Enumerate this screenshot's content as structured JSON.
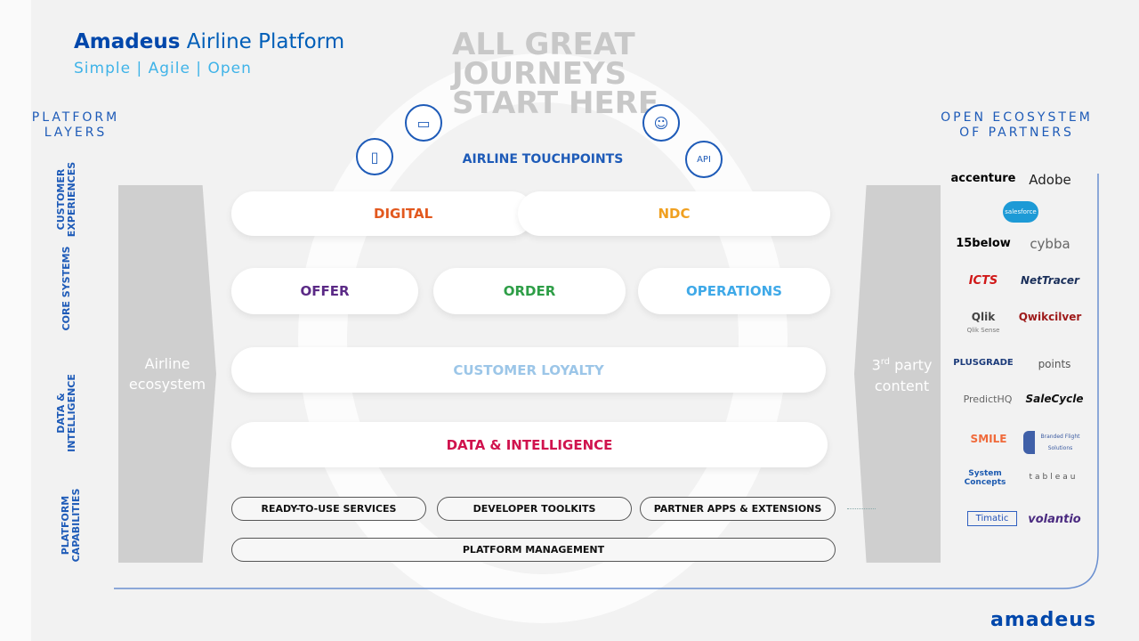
{
  "header": {
    "brand": "Amadeus",
    "title_rest": " Airline Platform",
    "subtitle": "Simple | Agile | Open",
    "hero": "ALL GREAT JOURNEYS START HERE"
  },
  "left_header": "PLATFORM LAYERS",
  "right_header": "OPEN ECOSYSTEM OF PARTNERS",
  "layers": [
    "CUSTOMER EXPERIENCES",
    "CORE SYSTEMS",
    "DATA & INTELLIGENCE",
    "PLATFORM CAPABILITIES"
  ],
  "touchpoints": {
    "label": "AIRLINE TOUCHPOINTS",
    "icons": [
      "kiosk-icon",
      "mobile-icon",
      "agent-icon",
      "api-icon"
    ]
  },
  "left_block": "Airline ecosystem",
  "right_block": {
    "prefix": "3",
    "sup": "rd",
    "rest": " party content"
  },
  "pills": {
    "digital": "DIGITAL",
    "ndc": "NDC",
    "offer": "OFFER",
    "order": "ORDER",
    "operations": "OPERATIONS",
    "loyalty": "CUSTOMER LOYALTY",
    "data": "DATA & INTELLIGENCE"
  },
  "capabilities": [
    "READY-TO-USE SERVICES",
    "DEVELOPER TOOLKITS",
    "PARTNER APPS & EXTENSIONS",
    "PLATFORM MANAGEMENT"
  ],
  "partners": [
    "accenture",
    "Adobe",
    "salesforce",
    "15below",
    "cybba",
    "ICTS",
    "NetTracer",
    "Qlik",
    "Qwikcilver",
    "PLUSGRADE",
    "points",
    "PredictHQ",
    "SaleCycle",
    "SMILE",
    "Branded Flight Solutions",
    "System Concepts",
    "tableau",
    "Timatic",
    "volantio"
  ],
  "partner_sub": {
    "qlik": "Qlik Sense"
  },
  "footer_logo": "amadeus",
  "colors": {
    "digital": "#e2581e",
    "ndc": "#f0a020",
    "offer": "#5b2a86",
    "order": "#2e9e47",
    "operations": "#3fa9e8",
    "loyalty": "#9cc6e8",
    "data": "#d0134e",
    "brand": "#0047ab"
  }
}
